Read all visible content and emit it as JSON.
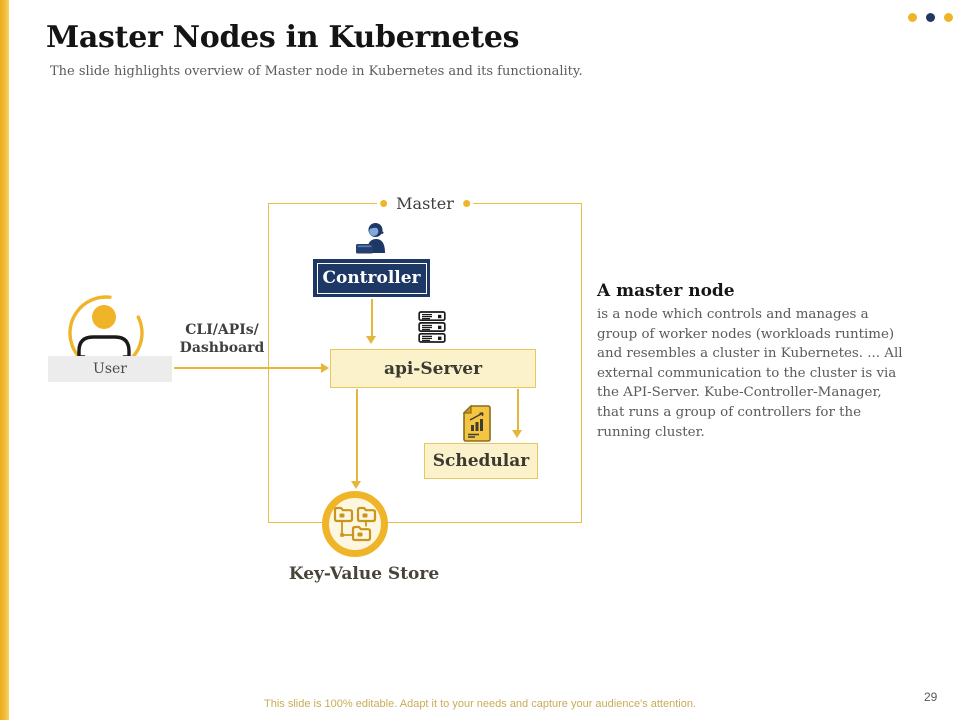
{
  "slide": {
    "title": "Master Nodes in Kubernetes",
    "subtitle": "The slide highlights overview of Master node in Kubernetes and its functionality.",
    "footer": "This slide is 100% editable. Adapt it to your needs and capture your audience's attention.",
    "page_number": "29"
  },
  "diagram": {
    "master_label": "Master",
    "controller_label": "Controller",
    "api_server_label": "api-Server",
    "scheduler_label": "Schedular",
    "key_value_label": "Key-Value Store",
    "user_label": "User",
    "cli_line1": "CLI/APIs/",
    "cli_line2": "Dashboard"
  },
  "description": {
    "heading": "A master node",
    "body": "is a node which controls and manages a group of worker nodes (workloads runtime) and resembles a cluster in Kubernetes. ... All external communication to the cluster is via the API-Server. Kube-Controller-Manager, that runs a group of controllers for the running cluster."
  },
  "icons": {
    "user": "person-in-circle-icon",
    "controller": "operator-at-laptop-icon",
    "api_server": "server-stack-icon",
    "scheduler": "chart-document-icon",
    "key_value_store": "linked-folders-icon"
  },
  "colors": {
    "accent_yellow": "#F0B429",
    "navy": "#1F3864",
    "cream_fill": "#FBF1CA",
    "arrow": "#E5B63C",
    "footer_text": "#C9AC58"
  }
}
